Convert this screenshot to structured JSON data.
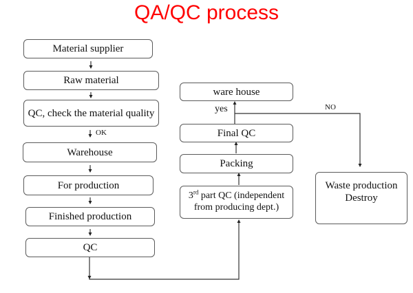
{
  "title": "QA/QC process",
  "title_color": "#ff0000",
  "left_column": [
    {
      "id": "material-supplier",
      "label": "Material supplier"
    },
    {
      "id": "raw-material",
      "label": "Raw material"
    },
    {
      "id": "qc-check-material",
      "label": "QC, check the material quality"
    },
    {
      "id": "warehouse",
      "label": "Warehouse"
    },
    {
      "id": "for-production",
      "label": "For production"
    },
    {
      "id": "finished-production",
      "label": "Finished production"
    },
    {
      "id": "qc",
      "label": "QC"
    }
  ],
  "middle_column": {
    "ware_house": "ware house",
    "final_qc": "Final QC",
    "packing": "Packing",
    "third_party_qc": {
      "prefix": "3",
      "superscript": "rd",
      "line1_rest": " part QC (independent",
      "line2": "from producing dept.)"
    }
  },
  "right_column": {
    "waste_line1": "Waste production",
    "waste_line2": "Destroy"
  },
  "edge_labels": {
    "ok": "OK",
    "yes": "yes",
    "no": "NO"
  }
}
